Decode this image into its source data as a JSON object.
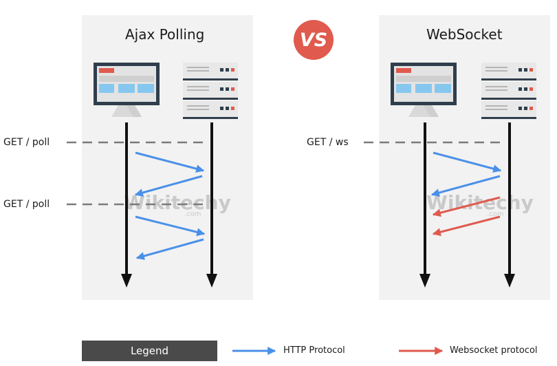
{
  "titles": {
    "left": "Ajax Polling",
    "vs": "VS",
    "right": "WebSocket"
  },
  "requests": {
    "poll_1": "GET / poll",
    "poll_2": "GET / poll",
    "ws": "GET / ws"
  },
  "watermark": {
    "main": "Wikitechy",
    "sub": ".com"
  },
  "legend": {
    "title": "Legend",
    "http": "HTTP Protocol",
    "websocket": "Websocket protocol"
  },
  "colors": {
    "http_arrow": "#4a90e8",
    "websocket_arrow": "#e05a4e",
    "vs_badge": "#e05a4e",
    "panel_bg": "#f2f2f2",
    "monitor_frame": "#2f3e4c",
    "server_body": "#e8e8e8"
  },
  "icons": {
    "client": "desktop-monitor-icon",
    "server": "server-rack-icon"
  }
}
